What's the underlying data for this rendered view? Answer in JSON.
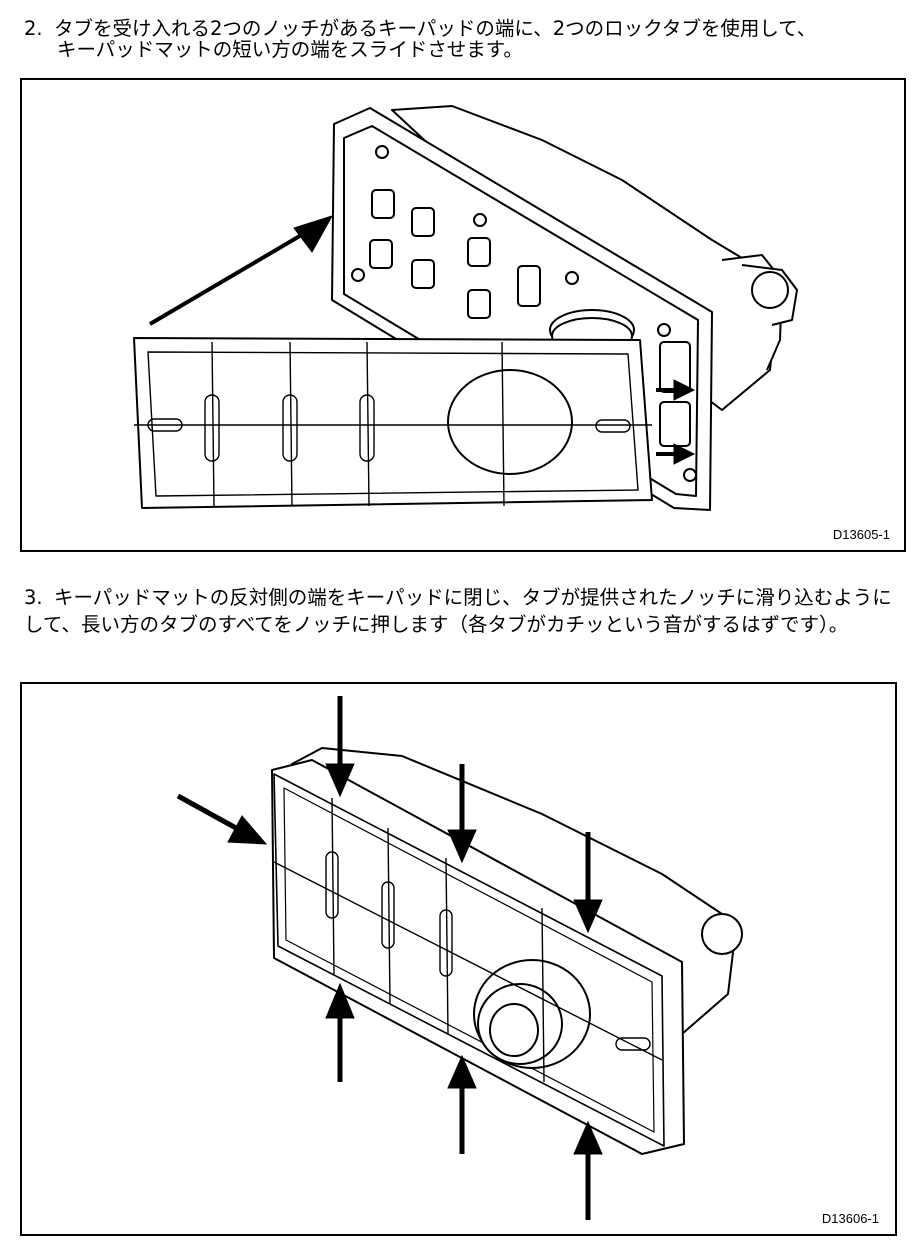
{
  "steps": [
    {
      "number": "2.",
      "line1": "タブを受け入れる2つのノッチがあるキーパッドの端に、2つのロックタブを使用して、",
      "line2": "キーパッドマットの短い方の端をスライドさせます。"
    },
    {
      "number": "3.",
      "text": "キーパッドマットの反対側の端をキーパッドに閉じ、タブが提供されたノッチに滑り込むようにして、長い方のタブのすべてをノッチに押します（各タブがカチッという音がするはずです）。"
    }
  ],
  "figures": [
    {
      "id": "D13605-1"
    },
    {
      "id": "D13606-1"
    }
  ]
}
